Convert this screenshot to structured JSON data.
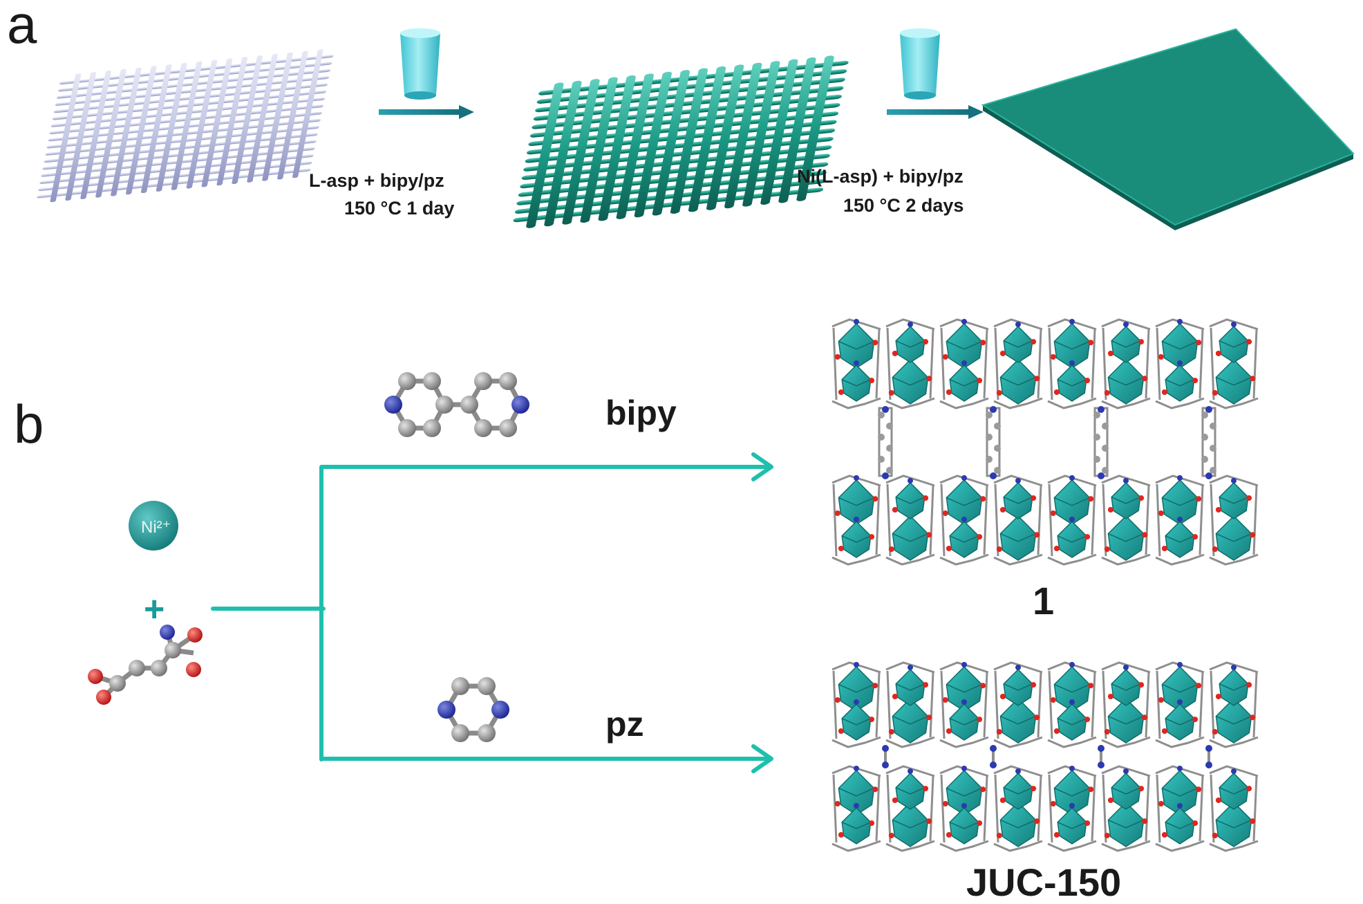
{
  "panel_a": {
    "label": "a",
    "step1_condition_line1": "L-asp + bipy/pz",
    "step1_condition_line2": "150 °C 1 day",
    "step2_condition_line1": "Ni(L-asp) + bipy/pz",
    "step2_condition_line2": "150 °C  2 days",
    "autoclave_icon": "autoclave-icon",
    "colors": {
      "mesh_start": "#c5c9e4",
      "mesh_grown": "#1a9984",
      "autoclave": "#66d9e4",
      "arrow": "#1d8fa0"
    }
  },
  "panel_b": {
    "label": "b",
    "metal_ion": "Ni²⁺",
    "plus": "+",
    "ligand_top": "bipy",
    "ligand_bottom": "pz",
    "product_top": "1",
    "product_bottom": "JUC-150",
    "colors": {
      "arrow": "#1fbfae",
      "polyhedron": "#1ea7a4",
      "carbon": "#9a9a9a",
      "nitrogen": "#2b3ab0",
      "oxygen": "#e0261e"
    }
  }
}
